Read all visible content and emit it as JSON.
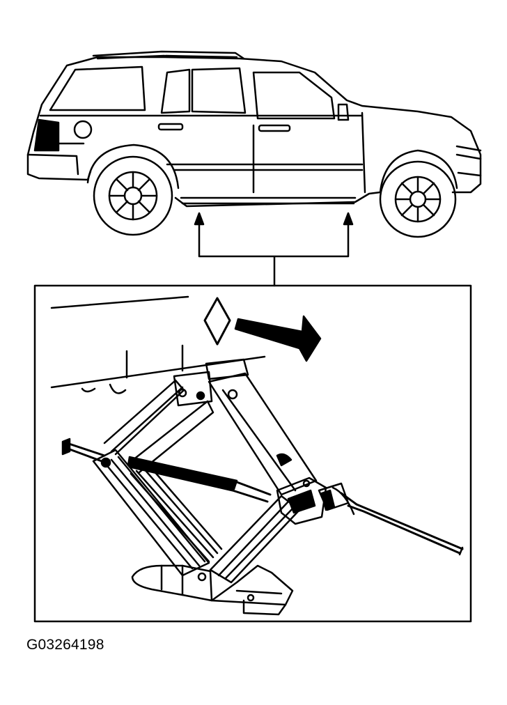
{
  "figure": {
    "caption": "G03264198",
    "subject": "vehicle-jacking-points",
    "colors": {
      "line": "#000000",
      "background": "#ffffff"
    },
    "icons": [
      "suv-illustration",
      "jack-point-arrow-icon",
      "scissor-jack-illustration",
      "jack-handle",
      "lift-point-diamond",
      "direction-arrow-icon"
    ]
  }
}
